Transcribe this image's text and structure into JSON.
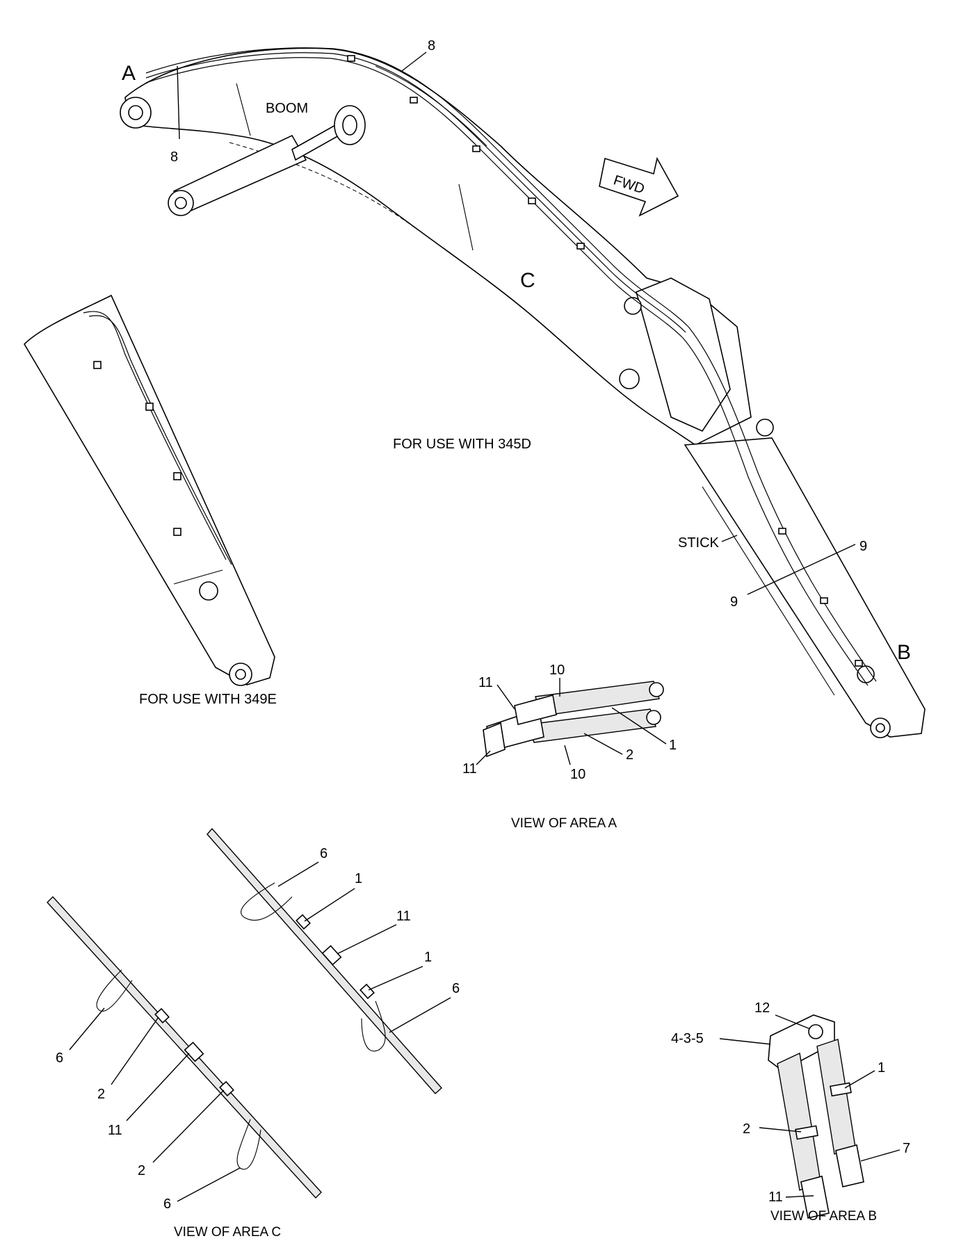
{
  "labels": {
    "area_a": "A",
    "area_b": "B",
    "area_c": "C",
    "boom": "BOOM",
    "fwd": "FWD",
    "stick": "STICK",
    "use_345d": "FOR USE WITH 345D",
    "use_349e": "FOR USE WITH 349E",
    "view_a": "VIEW OF AREA A",
    "view_b": "VIEW OF AREA B",
    "view_c": "VIEW OF AREA C"
  },
  "callouts": {
    "main_8_top": "8",
    "main_8_low": "8",
    "main_9_right": "9",
    "main_9_left": "9",
    "va_11_top": "11",
    "va_10_top": "10",
    "va_11_low": "11",
    "va_10_low": "10",
    "va_2": "2",
    "va_1": "1",
    "vc_6_a": "6",
    "vc_1_a": "1",
    "vc_11_a": "11",
    "vc_1_b": "1",
    "vc_6_b": "6",
    "vc_6_c": "6",
    "vc_2_a": "2",
    "vc_11_b": "11",
    "vc_2_b": "2",
    "vc_6_d": "6",
    "vb_12": "12",
    "vb_435": "4-3-5",
    "vb_1": "1",
    "vb_2": "2",
    "vb_7": "7",
    "vb_11": "11"
  }
}
